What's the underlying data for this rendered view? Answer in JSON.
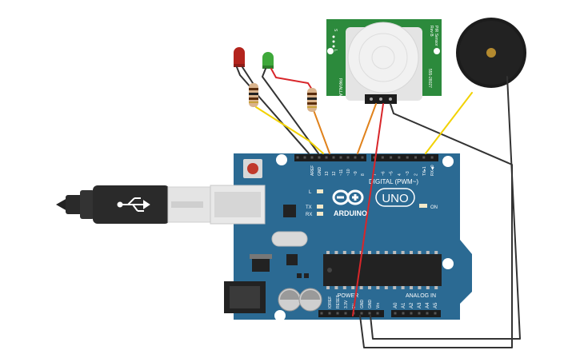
{
  "board": {
    "brand_logo_text": "UNO",
    "brand_name": "ARDUINO",
    "digital_header": "DIGITAL (PWM~)",
    "analog_header": "ANALOG IN",
    "power_header": "POWER",
    "on_label": "ON",
    "led_l_label": "L",
    "tx_label": "TX",
    "rx_label": "RX",
    "top_pins": [
      "AREF",
      "GND",
      "13",
      "12",
      "~11",
      "~10",
      "~9",
      "8",
      "7",
      "~6",
      "~5",
      "4",
      "~3",
      "2",
      "TX▸1",
      "RX◀0"
    ],
    "power_pins": [
      "IOREF",
      "RESET",
      "3.3V",
      "5V",
      "GND",
      "GND",
      "Vin"
    ],
    "analog_pins": [
      "A0",
      "A1",
      "A2",
      "A3",
      "A4",
      "A5"
    ]
  },
  "pir_sensor": {
    "brand": "PARALLAX",
    "part_number": "555-28027",
    "left_labels": [
      "S",
      "L"
    ],
    "right_labels": [
      "PIR Sensor",
      "Rev B"
    ]
  },
  "components": {
    "led_red_name": "red LED",
    "led_green_name": "green LED",
    "buzzer_name": "piezo buzzer",
    "usb_name": "USB cable"
  },
  "colors": {
    "board": "#2b6a93",
    "board_text": "#ffffff",
    "pir_pcb": "#2c8a3c",
    "wire_yellow": "#f2d200",
    "wire_orange": "#e0821c",
    "wire_red": "#d8262a",
    "wire_black": "#333333",
    "led_red": "#b3241d",
    "led_green": "#3ea83a",
    "buzzer": "#1c1c1c"
  }
}
